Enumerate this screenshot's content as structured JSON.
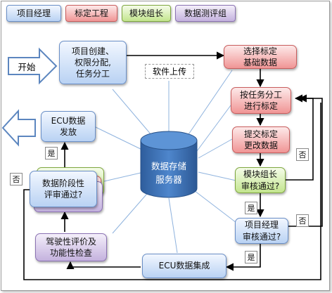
{
  "legend": {
    "manager": "项目经理",
    "calibration": "标定工程",
    "module_lead": "模块组长",
    "data_test": "数据测评组"
  },
  "nodes": {
    "start": "开始",
    "project_create": "项目创建、\n权限分配,\n任务分工",
    "software_upload": "软件上传",
    "select_base": "选择标定\n基础数据",
    "calibrate_by_task": "按任务分工\n进行标定",
    "submit_data": "提交标定\n更改数据",
    "module_review": "模块组长\n审核通过?",
    "manager_review": "项目经理\n审核通过?",
    "ecu_integration": "ECU数据集成",
    "drivability": "驾驶性评价及\n功能性检查",
    "stage_review": "数据阶段性\n评审通过?",
    "ecu_release": "ECU数据\n发放",
    "data_server": "数据存储\n服务器"
  },
  "labels": {
    "yes_release": "是",
    "no_left": "否",
    "yes_module": "是",
    "no_module": "否",
    "no_manager": "否",
    "yes_manager": "是"
  },
  "colors": {
    "blue": "#b9d2f3",
    "red": "#f09595",
    "green": "#c3e58e",
    "purple": "#c4b2de",
    "cylinder": "#3f73b6",
    "connector": "#8fb3de",
    "arrow": "#000000"
  }
}
